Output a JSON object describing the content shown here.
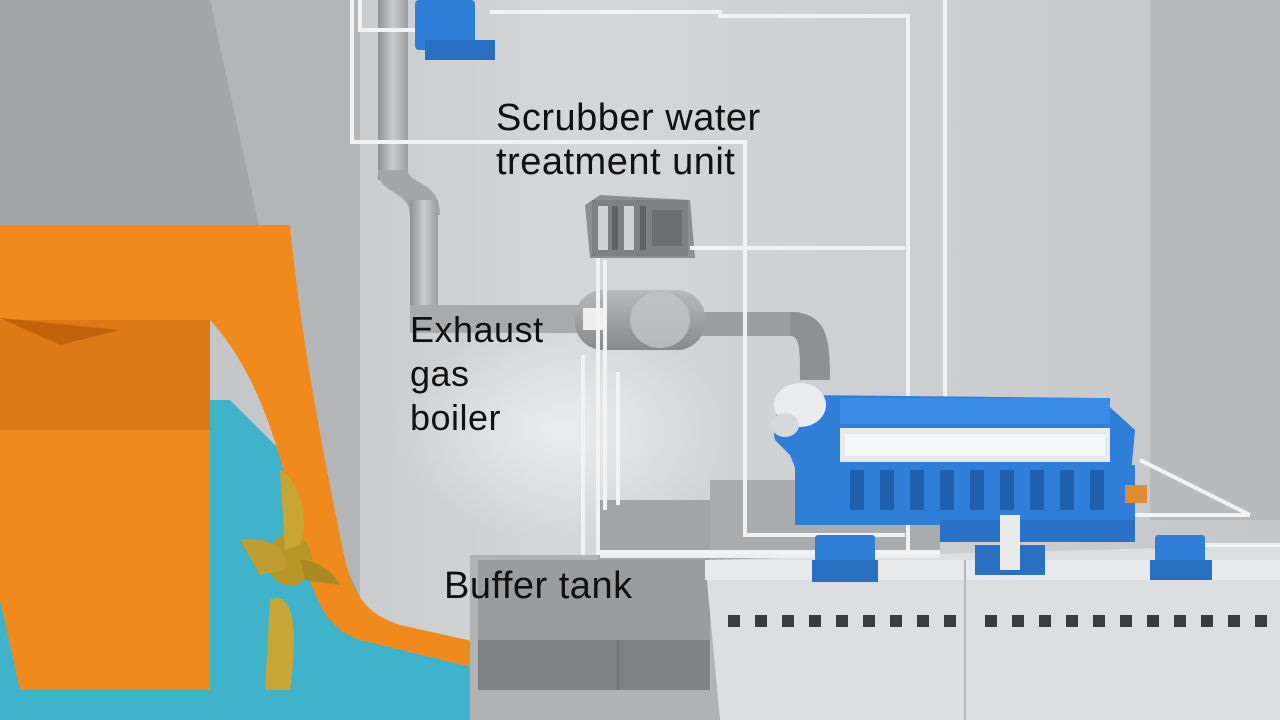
{
  "labels": {
    "scrubber_line1": "Scrubber water",
    "scrubber_line2": "treatment unit",
    "boiler_line1": "Exhaust",
    "boiler_line2": "gas",
    "boiler_line3": "boiler",
    "buffer_tank": "Buffer tank"
  },
  "colors": {
    "hull": "#f08a1c",
    "sea": "#3fb3c9",
    "equipment": "#2f7fd8",
    "wall": "#c9cbcd",
    "pipe": "#f2f2f2",
    "exhaust_duct": "#a9abad",
    "propeller": "#c8a636"
  },
  "components": {
    "engine": "engine-icon",
    "scrubber_unit": "scrubber-unit-icon",
    "boiler": "boiler-icon",
    "buffer_tank": "buffer-tank-icon",
    "propeller": "propeller-icon",
    "pumps": "pump-icon"
  }
}
